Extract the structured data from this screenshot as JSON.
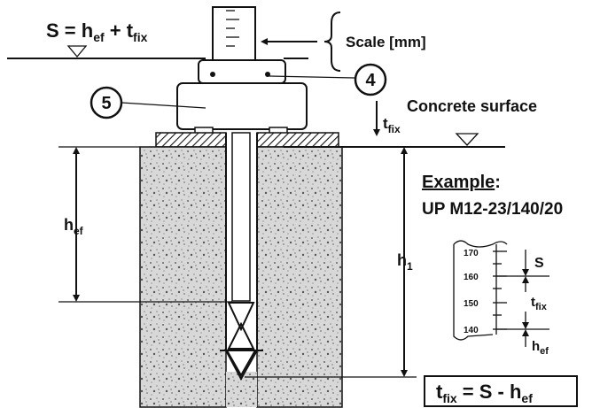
{
  "formula_top": {
    "lhs": "S = h",
    "lhs_sub": "ef",
    "mid": " + t",
    "mid_sub": "fix"
  },
  "scale_label": "Scale [mm]",
  "callout_4": "4",
  "callout_5": "5",
  "concrete_label": "Concrete surface",
  "tfix_label": {
    "main": "t",
    "sub": "fix"
  },
  "hef_label": {
    "main": "h",
    "sub": "ef"
  },
  "h1_label": {
    "main": "h",
    "sub": "1"
  },
  "example": {
    "title": "Example",
    "colon": ":",
    "model": "UP M12-23/140/20"
  },
  "scale_detail": {
    "ticks": [
      "170",
      "160",
      "150",
      "140"
    ],
    "s_label": "S",
    "tfix": {
      "main": "t",
      "sub": "fix"
    },
    "hef": {
      "main": "h",
      "sub": "ef"
    }
  },
  "formula_bottom": {
    "a": "t",
    "a_sub": "fix",
    "b": " = S - h",
    "b_sub": "ef"
  }
}
